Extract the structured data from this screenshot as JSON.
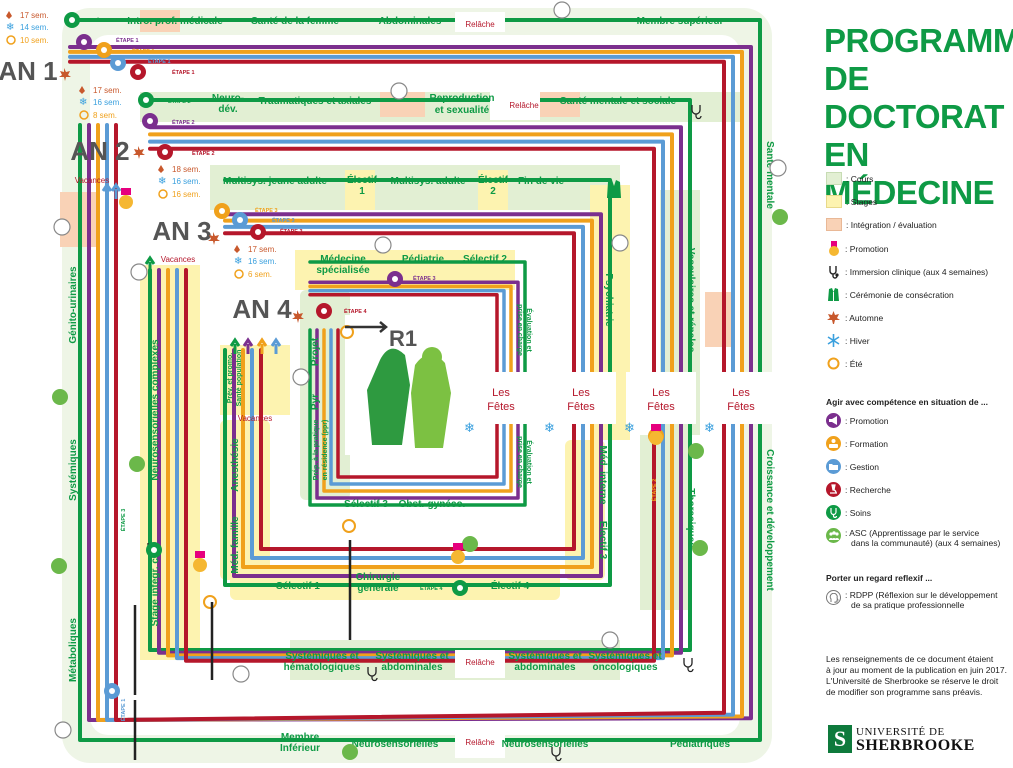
{
  "title_lines": [
    "PROGRAMME",
    "DE DOCTORAT",
    "EN MÉDECINE"
  ],
  "colors": {
    "green": "#0e9a45",
    "purple": "#7b2f8e",
    "orange": "#f0a11c",
    "blue": "#5b9bd5",
    "red": "#b5172b",
    "course_bg": "#e2efd3",
    "stage_bg": "#fdf3b0",
    "integration_bg": "#f9d2b6",
    "promo": "#e6007e",
    "autumn": "#c8582c"
  },
  "legend": {
    "items": [
      {
        "label": ": Cours",
        "icon": "course-swatch"
      },
      {
        "label": ": Stages",
        "icon": "stage-swatch"
      },
      {
        "label": ": Intégration / évaluation",
        "icon": "integration-swatch"
      },
      {
        "label": ": Promotion",
        "icon": "promotion-marker"
      },
      {
        "label": ": Immersion clinique (aux 4 semaines)",
        "icon": "stethoscope-icon"
      },
      {
        "label": ": Cérémonie de consécration",
        "icon": "coat-icon"
      },
      {
        "label": ": Automne",
        "icon": "leaf-icon"
      },
      {
        "label": ": Hiver",
        "icon": "snowflake-icon"
      },
      {
        "label": ": Été",
        "icon": "sun-icon"
      }
    ],
    "competence_title": "Agir avec compétence en situation de ...",
    "competences": [
      {
        "label": ": Promotion",
        "icon": "megaphone-icon",
        "color": "#7b2f8e"
      },
      {
        "label": ": Formation",
        "icon": "training-icon",
        "color": "#f0a11c"
      },
      {
        "label": ": Gestion",
        "icon": "folder-icon",
        "color": "#5b9bd5"
      },
      {
        "label": ": Recherche",
        "icon": "microscope-icon",
        "color": "#b5172b"
      },
      {
        "label": ": Soins",
        "icon": "stethoscope-icon",
        "color": "#0e9a45"
      },
      {
        "label": ": ASC (Apprentissage par le service",
        "label2": "dans la communauté) (aux 4 semaines)",
        "icon": "community-icon",
        "color": "#6bb84a"
      }
    ],
    "reflexive_title": "Porter un regard reflexif ...",
    "reflexive": {
      "label": ": RDPP (Réflexion sur le développement",
      "label2": "de sa pratique professionnelle",
      "icon": "head-icon"
    }
  },
  "note_lines": [
    "Les renseignements de ce document étaient",
    "à jour au moment de la publication en juin 2017.",
    "L'Université de Sherbrooke se réserve le droit",
    "de modifier son programme sans préavis."
  ],
  "logo": {
    "line1": "UNIVERSITÉ DE",
    "line2": "SHERBROOKE"
  },
  "years": [
    {
      "label": "AN 1",
      "autumn": "17 sem.",
      "winter": "14 sem.",
      "summer": "10 sem."
    },
    {
      "label": "AN 2",
      "autumn": "17 sem.",
      "winter": "16 sem.",
      "summer": "8 sem."
    },
    {
      "label": "AN 3",
      "autumn": "18 sem.",
      "winter": "16 sem.",
      "summer": "16 sem."
    },
    {
      "label": "AN 4",
      "autumn": "17 sem.",
      "winter": "16 sem.",
      "summer": "6 sem."
    },
    {
      "label": "R1"
    }
  ],
  "etapes": {
    "e1": "ÉTAPE 1",
    "e2": "ÉTAPE 2",
    "e3": "ÉTAPE 3",
    "e4": "ÉTAPE 4"
  },
  "relache": "Relâche",
  "vacances": "Vacances",
  "fetes": [
    "Les",
    "Fêtes"
  ],
  "courses": {
    "an1_top": [
      "Intro. prof. médicale",
      "Santé de la femme",
      "Abdominales",
      "Membre supérieur"
    ],
    "right_outer": "Santé mentale",
    "right_2": "Vasculaires et rénales",
    "right_3": "Psychiatrie",
    "right_4": "Croissance et développement",
    "right_5": "Thoraciques",
    "right_6_a": "Méd. interne",
    "right_6_b": "Électif 3",
    "right_7": "Évaluation et prise en charge",
    "right_8": "Évaluation et prise en charge",
    "bottom_outer": [
      "Membre Inférieur",
      "Neurosensorielles",
      "Neurosensorielles",
      "Pédiatriques"
    ],
    "bottom_2": [
      "Systémiques et hématologiques",
      "Systémiques et abdominales",
      "Systémiques et abdominales",
      "Systémiques et oncologiques"
    ],
    "left_outer_a": "Métaboliques",
    "left_outer_b": "Systémiques",
    "left_2": "Génito-urinaires",
    "left_3_a": "Neurosensorielles complexes",
    "left_3_b": "Stage intégr. clin.",
    "an2_top": [
      "Neuro-",
      "dév.",
      "Traumatiques et axiales",
      "Reproduction",
      "et sexualité",
      "Santé mentale et sociale"
    ],
    "an3_top": [
      "Multisys. jeune adulte",
      "Électif",
      "1",
      "Multisys. adulte",
      "Électif",
      "2",
      "Fin de vie"
    ],
    "an3_bottom": [
      "Sélectif 1",
      "Chirurgie",
      "générale",
      "Électif 4"
    ],
    "an3_left_a": "Méd. famille",
    "an3_left_b": "Anesthésie",
    "an4_top": [
      "Médecine",
      "spécialisée",
      "Pédiatrie",
      "Sélectif 2"
    ],
    "an4_bottom": [
      "Sélectif 3",
      "Obst.-gynéco."
    ],
    "an4_left_a": "Prév. et promo.",
    "an4_left_b": "Santé population",
    "an4_left_c": "Projet",
    "an4_left_d": "Pyr",
    "an4_left_e": "Prép. à la pratique en résidence (ppr)"
  }
}
